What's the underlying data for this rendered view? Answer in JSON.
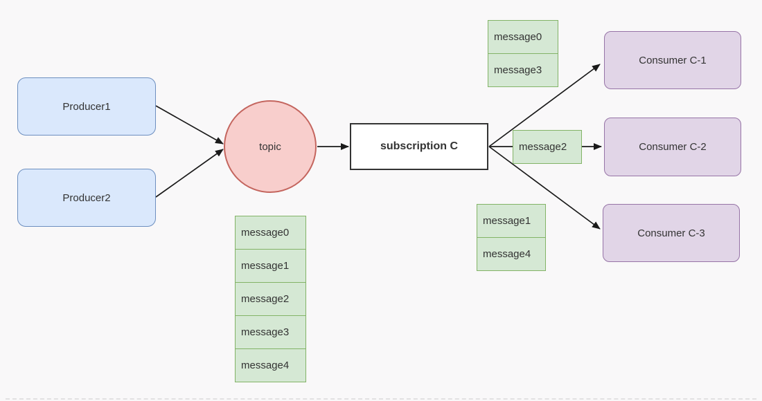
{
  "theme": {
    "background": "#f9f8f9",
    "producer_fill": "#dae8fc",
    "producer_stroke": "#6c8ebf",
    "topic_fill": "#f8cecc",
    "topic_stroke": "#c4655e",
    "subscription_fill": "#ffffff",
    "subscription_stroke": "#333333",
    "consumer_fill": "#e1d5e7",
    "consumer_stroke": "#9673a6",
    "message_fill": "#d5e8d4",
    "message_stroke": "#82b366",
    "arrow_color": "#1a1a1a",
    "text_color": "#333333"
  },
  "producers": [
    {
      "label": "Producer1"
    },
    {
      "label": "Producer2"
    }
  ],
  "topic": {
    "label": "topic"
  },
  "subscription": {
    "label": "subscription C"
  },
  "consumers": [
    {
      "label": "Consumer C-1"
    },
    {
      "label": "Consumer C-2"
    },
    {
      "label": "Consumer C-3"
    }
  ],
  "message_stacks": {
    "topic_backlog": [
      "message0",
      "message1",
      "message2",
      "message3",
      "message4"
    ],
    "to_consumer1": [
      "message0",
      "message3"
    ],
    "to_consumer2": [
      "message2"
    ],
    "to_consumer3": [
      "message1",
      "message4"
    ]
  }
}
